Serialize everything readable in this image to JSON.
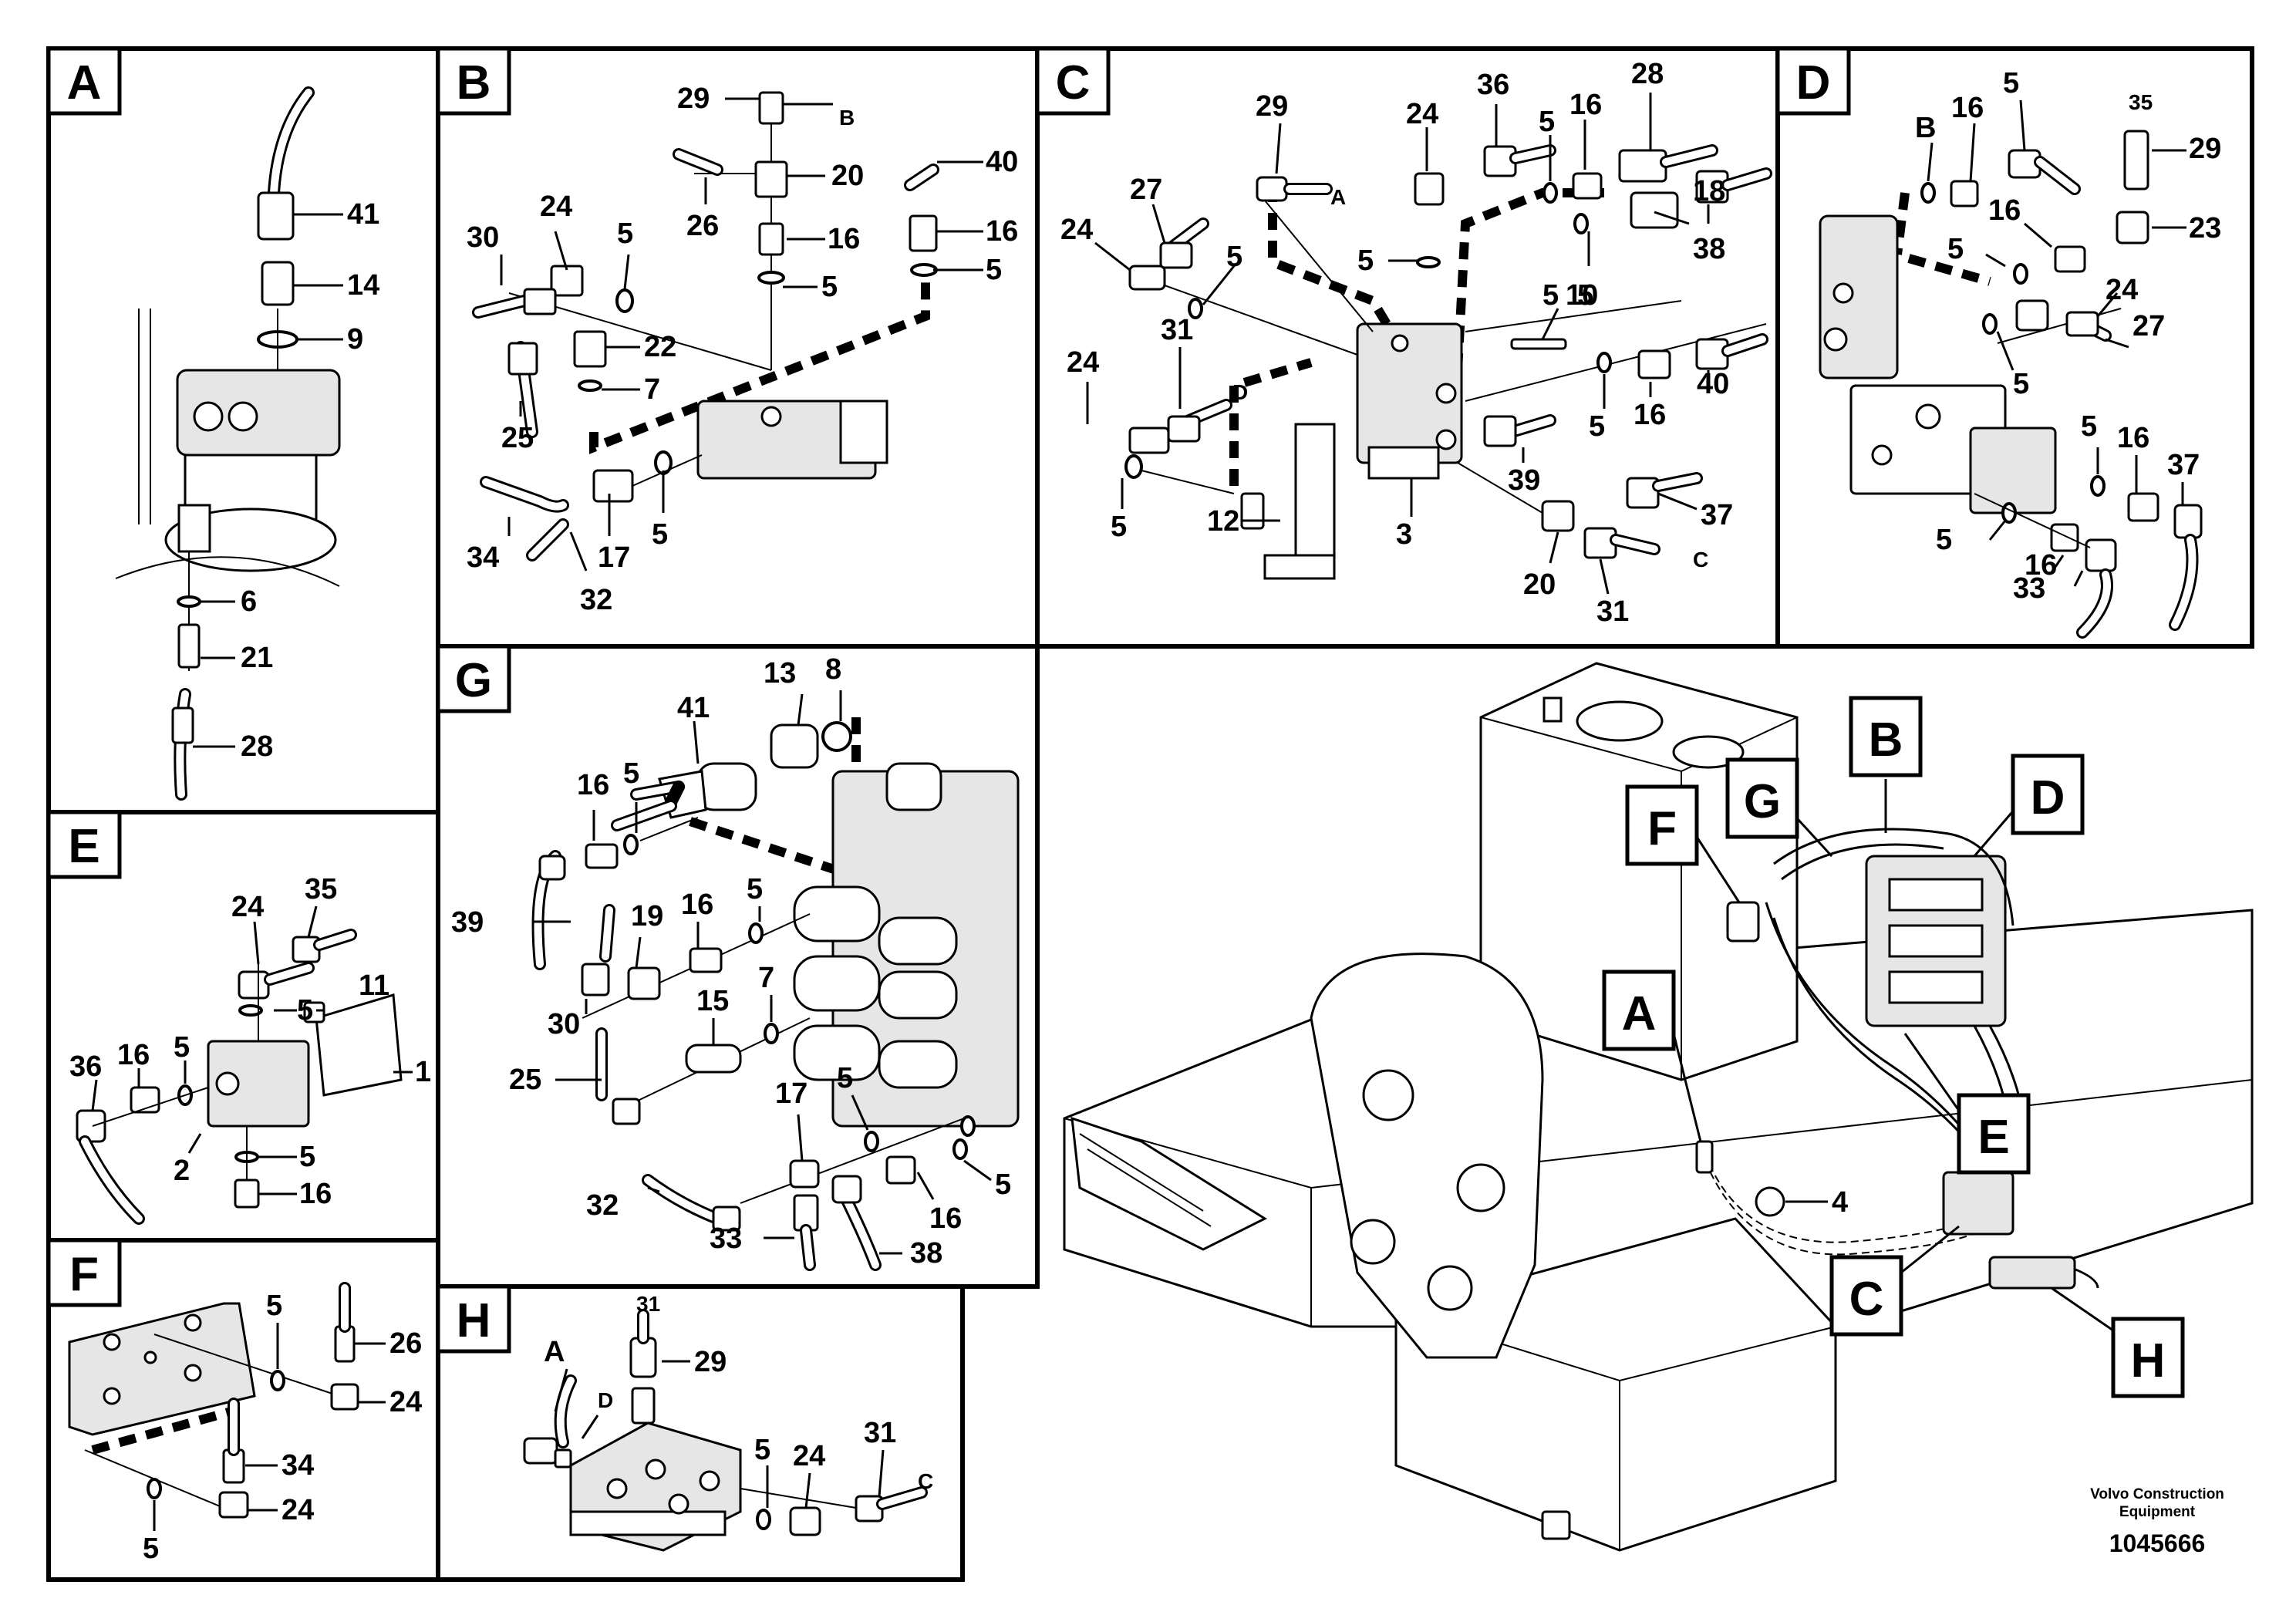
{
  "panels": {
    "A": {
      "tag": "A",
      "labels": [
        "41",
        "14",
        "9",
        "6",
        "21",
        "28"
      ]
    },
    "B": {
      "tag": "B",
      "labels": [
        "29",
        "B",
        "20",
        "40",
        "26",
        "16",
        "16",
        "24",
        "5",
        "5",
        "30",
        "5",
        "22",
        "7",
        "25",
        "34",
        "17",
        "5",
        "32"
      ]
    },
    "C": {
      "tag": "C",
      "labels": [
        "29",
        "24",
        "36",
        "28",
        "5",
        "16",
        "A",
        "27",
        "5",
        "24",
        "5",
        "18",
        "38",
        "5",
        "5",
        "10",
        "31",
        "D",
        "24",
        "5",
        "16",
        "40",
        "5",
        "39",
        "12",
        "3",
        "20",
        "37",
        "C",
        "31"
      ]
    },
    "D": {
      "tag": "D",
      "labels": [
        "B",
        "35",
        "16",
        "5",
        "29",
        "16",
        "5",
        "23",
        "24",
        "27",
        "5",
        "5",
        "16",
        "37",
        "5",
        "16",
        "33"
      ]
    },
    "E": {
      "tag": "E",
      "labels": [
        "35",
        "24",
        "5",
        "11",
        "36",
        "16",
        "5",
        "1",
        "2",
        "5",
        "16"
      ]
    },
    "F": {
      "tag": "F",
      "labels": [
        "5",
        "26",
        "24",
        "34",
        "24",
        "5"
      ]
    },
    "G": {
      "tag": "G",
      "labels": [
        "13",
        "8",
        "41",
        "16",
        "5",
        "39",
        "5",
        "16",
        "19",
        "30",
        "15",
        "7",
        "25",
        "17",
        "5",
        "32",
        "33",
        "16",
        "5",
        "38"
      ]
    },
    "H": {
      "tag": "H",
      "labels": [
        "A",
        "31",
        "29",
        "D",
        "5",
        "24",
        "31",
        "C"
      ]
    }
  },
  "overview": {
    "callouts": [
      "B",
      "G",
      "D",
      "F",
      "A",
      "E",
      "C",
      "H"
    ],
    "part_label": "4"
  },
  "footer": {
    "brand_line1": "Volvo Construction",
    "brand_line2": "Equipment",
    "drawing_number": "1045666"
  }
}
